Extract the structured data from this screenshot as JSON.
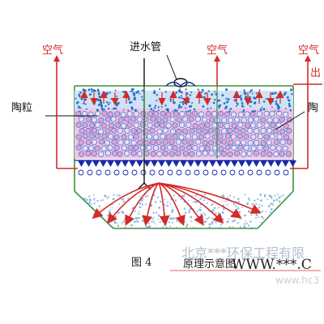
{
  "labels": {
    "air_left": "空气",
    "inlet_pipe": "进水管",
    "air_middle": "空气",
    "air_right": "空气",
    "outlet": "出",
    "media_left": "陶粒",
    "media_right": "陶"
  },
  "caption": {
    "figure_no": "图 4",
    "title": "原理示意图"
  },
  "watermark": {
    "company": "北京***环保工程有限",
    "url": "WWW.***.C",
    "small": "www.hc3"
  },
  "colors": {
    "red": "#d42a2a",
    "blue": "#1a2aa8",
    "media_pink": "#e9a0cf",
    "media_blue": "#3a7fd8",
    "wall_green": "#3f8f3f",
    "water_speck": "#2a6fc8"
  }
}
